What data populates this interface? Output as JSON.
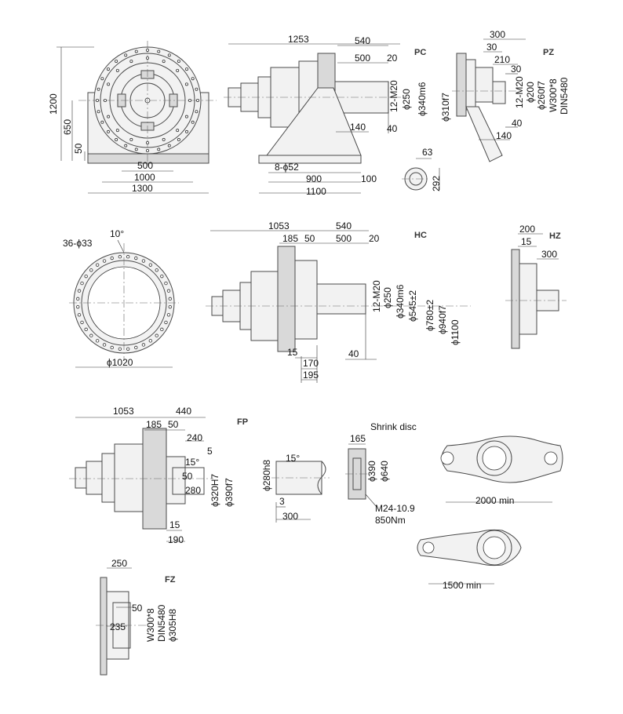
{
  "views": {
    "pc": {
      "title": "PC",
      "overall_length": "1253",
      "shaft_length": "540",
      "key_length": "500",
      "shoulder": "20",
      "thread": "12-M20",
      "dia_inner": "ϕ250",
      "dia_shaft": "ϕ340m6",
      "offset_140": "140",
      "offset_40": "40",
      "base_holes": "8-ϕ52",
      "base_900": "900",
      "base_100": "100",
      "base_1100": "1100",
      "detail_63": "63",
      "detail_292": "292"
    },
    "front": {
      "height_1200": "1200",
      "height_650": "650",
      "height_50": "50",
      "width_500": "500",
      "width_1000": "1000",
      "width_1300": "1300"
    },
    "pz": {
      "title": "PZ",
      "dim_300": "300",
      "dim_30a": "30",
      "dim_210": "210",
      "dim_30b": "30",
      "thread": "12-M20",
      "dia_310": "ϕ310f7",
      "dia_200": "ϕ200",
      "dia_260": "ϕ260f7",
      "spline": "W300*8",
      "spline_std": "DIN5480",
      "dim_40": "40",
      "dim_140": "140"
    },
    "flange": {
      "holes": "36-ϕ33",
      "angle": "10°",
      "dia": "ϕ1020"
    },
    "hc": {
      "title": "HC",
      "overall_length": "1053",
      "shaft_length": "540",
      "dim_185": "185",
      "dim_50": "50",
      "key_length": "500",
      "shoulder": "20",
      "thread": "12-M20",
      "dia_250": "ϕ250",
      "dia_340": "ϕ340m6",
      "dia_545": "ϕ545±2",
      "dia_780": "ϕ780±2",
      "dia_940": "ϕ940f7",
      "dia_1100": "ϕ1100",
      "dim_15": "15",
      "dim_170": "170",
      "dim_195": "195",
      "dim_40": "40"
    },
    "hz": {
      "title": "HZ",
      "dim_200": "200",
      "dim_15": "15",
      "dim_300": "300"
    },
    "fp": {
      "title": "FP",
      "overall_length": "1053",
      "dim_440": "440",
      "dim_185": "185",
      "dim_50a": "50",
      "dim_240": "240",
      "dim_5": "5",
      "angle": "15°",
      "dim_50b": "50",
      "dim_280": "280",
      "dia_320": "ϕ320H7",
      "dia_390": "ϕ390f7",
      "dim_15": "15",
      "dim_190": "190"
    },
    "shaft": {
      "angle": "15°",
      "dia": "ϕ280h8",
      "dim_3": "3",
      "dim_300": "300"
    },
    "shrink": {
      "title": "Shrink disc",
      "dim_165": "165",
      "dia_390": "ϕ390",
      "dia_640": "ϕ640",
      "bolt": "M24-10.9",
      "torque": "850Nm"
    },
    "arms": {
      "arm_long": "2000 min",
      "arm_short": "1500 min"
    },
    "fz": {
      "title": "FZ",
      "dim_250": "250",
      "dim_50": "50",
      "dim_235": "235",
      "spline": "W300*8",
      "spline_std": "DIN5480",
      "dia_305": "ϕ305H8"
    }
  }
}
